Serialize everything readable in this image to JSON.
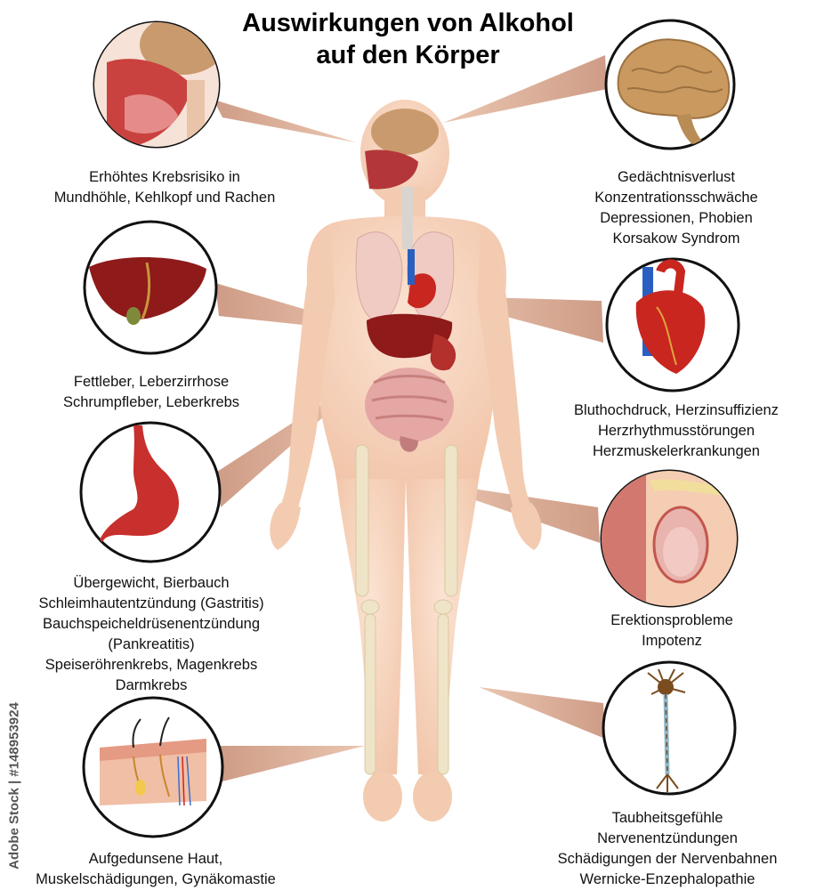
{
  "title": {
    "line1": "Auswirkungen von Alkohol",
    "line2": "auf den Körper"
  },
  "callouts": {
    "mouth": {
      "lines": [
        "Erhöhtes Krebsrisiko in",
        "Mundhöhle, Kehlkopf und Rachen"
      ]
    },
    "brain": {
      "lines": [
        "Gedächtnisverlust",
        "Konzentrationsschwäche",
        "Depressionen, Phobien",
        "Korsakow Syndrom"
      ]
    },
    "liver": {
      "lines": [
        "Fettleber, Leberzirrhose",
        "Schrumpfleber, Leberkrebs"
      ]
    },
    "heart": {
      "lines": [
        "Bluthochdruck, Herzinsuffizienz",
        "Herzrhythmusstörungen",
        "Herzmuskelerkrankungen"
      ]
    },
    "stomach": {
      "lines": [
        "Übergewicht, Bierbauch",
        "Schleimhautentzündung (Gastritis)",
        "Bauchspeicheldrüsenentzündung",
        "(Pankreatitis)",
        "Speiseröhrenkrebs, Magenkrebs",
        "Darmkrebs"
      ]
    },
    "genital": {
      "lines": [
        "Erektionsprobleme",
        "Impotenz"
      ]
    },
    "skin": {
      "lines": [
        "Aufgedunsene Haut,",
        "Muskelschädigungen, Gynäkomastie"
      ]
    },
    "nerve": {
      "lines": [
        "Taubheitsgefühle",
        "Nervenentzündungen",
        "Schädigungen der Nervenbahnen",
        "Wernicke-Enzephalopathie"
      ]
    }
  },
  "watermark": {
    "side_text": "Adobe Stock | #148953924"
  },
  "colors": {
    "skin": "#f7d4bd",
    "pointer": "#d9a98d",
    "organ_red": "#a8201f",
    "lung": "#f2c9c2",
    "intestine": "#e8a9a6",
    "bone": "#eee2c4"
  }
}
